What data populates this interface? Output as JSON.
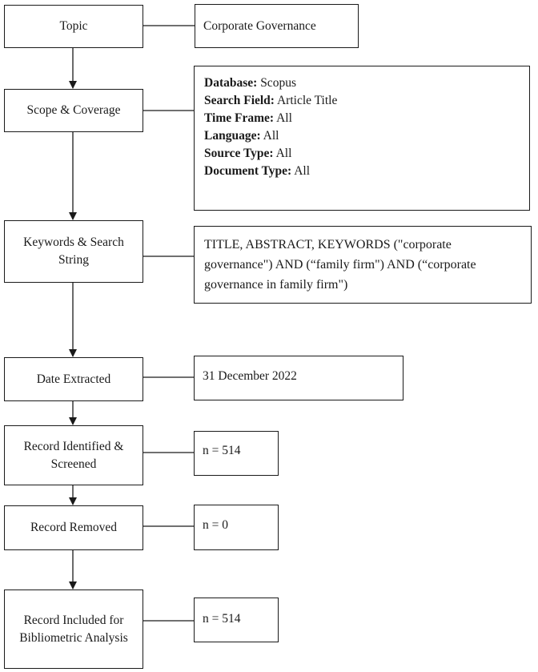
{
  "steps": [
    {
      "label": "Topic",
      "detail": "Corporate Governance"
    },
    {
      "label": "Scope & Coverage",
      "details": [
        {
          "key": "Database:",
          "value": " Scopus"
        },
        {
          "key": "Search Field:",
          "value": " Article Title"
        },
        {
          "key": "Time Frame:",
          "value": " All"
        },
        {
          "key": "Language:",
          "value": " All"
        },
        {
          "key": "Source Type:",
          "value": " All"
        },
        {
          "key": "Document Type:",
          "value": " All"
        }
      ]
    },
    {
      "label": "Keywords & Search String",
      "detail": "TITLE, ABSTRACT, KEYWORDS (\"corporate governance\") AND (“family firm\") AND (“corporate governance in family firm\")"
    },
    {
      "label": "Date Extracted",
      "detail": "31 December 2022"
    },
    {
      "label": "Record Identified & Screened",
      "detail": "n = 514"
    },
    {
      "label": "Record Removed",
      "detail": "n = 0"
    },
    {
      "label": "Record Included for Bibliometric Analysis",
      "detail": "n = 514"
    }
  ]
}
